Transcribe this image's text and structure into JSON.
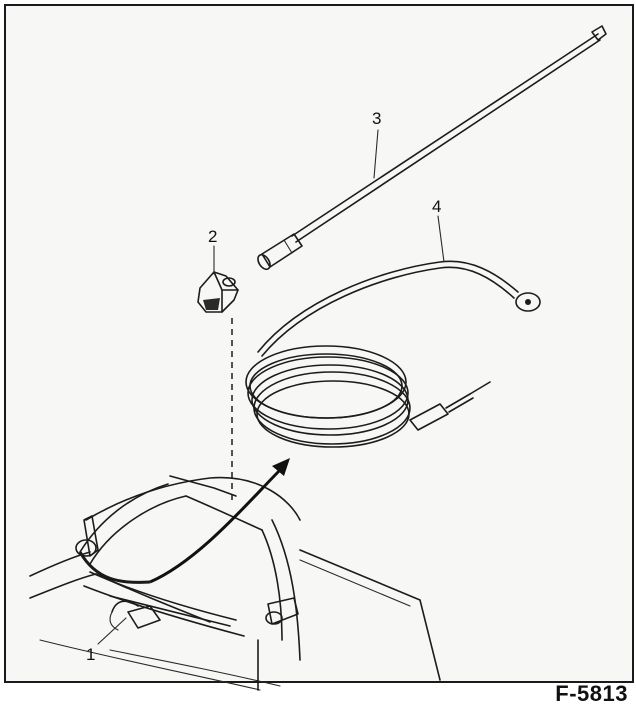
{
  "figure": {
    "id_label": "F-5813",
    "callouts": [
      "1",
      "2",
      "3",
      "4"
    ]
  }
}
